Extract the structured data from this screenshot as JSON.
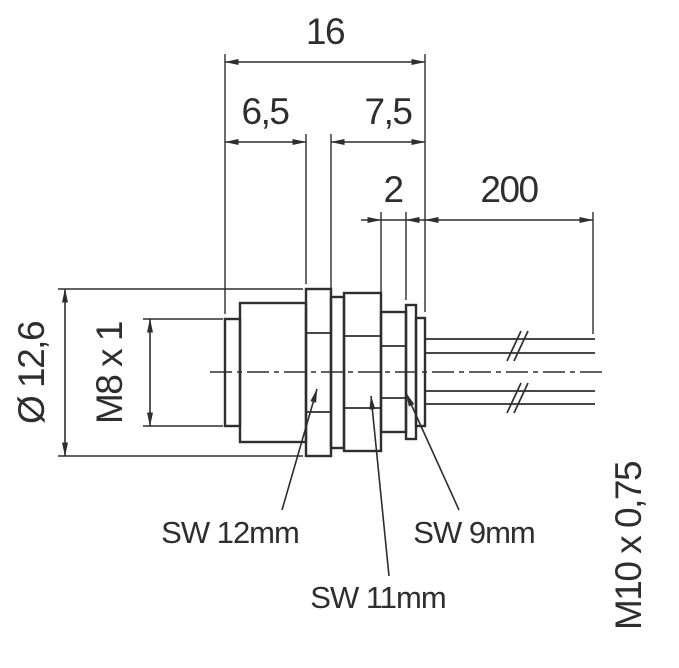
{
  "drawing": {
    "type": "technical-dimension-drawing",
    "background_color": "#ffffff",
    "line_color": "#2e2e2e",
    "dimensions": {
      "overall_length": "16",
      "front_section_length": "6,5",
      "rear_section_length": "7,5",
      "rear_nut_width": "2",
      "wire_length": "200",
      "flange_diameter": "Ø 12,6",
      "front_thread": "M8 x 1",
      "rear_thread": "M10 x 0,75"
    },
    "callouts": {
      "wrench_size_front": "SW 12mm",
      "wrench_size_middle": "SW 11mm",
      "wrench_size_rear": "SW 9mm"
    }
  }
}
